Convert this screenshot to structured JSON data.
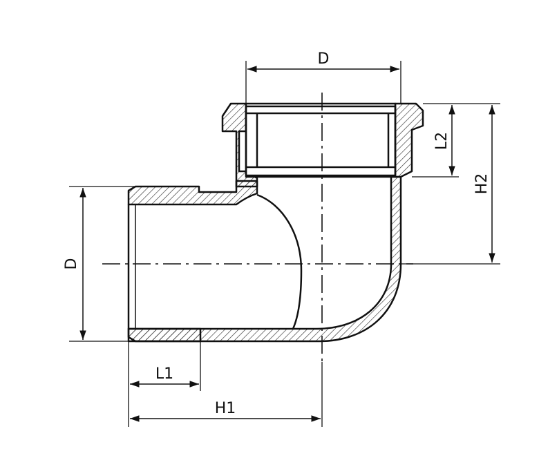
{
  "drawing": {
    "subject": "elbow-fitting-section",
    "labels": {
      "top_d": "D",
      "left_d": "D",
      "l1": "L1",
      "l2": "L2",
      "h1": "H1",
      "h2": "H2"
    },
    "colors": {
      "line": "#111111",
      "hatch": "#333333",
      "background": "#ffffff"
    }
  }
}
